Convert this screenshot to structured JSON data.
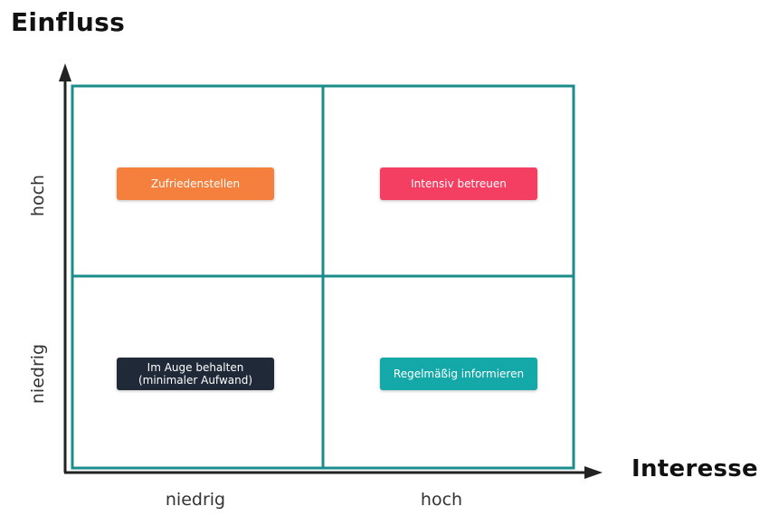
{
  "axes": {
    "y_title": "Einfluss",
    "x_title": "Interesse",
    "y_ticks": [
      "hoch",
      "niedrig"
    ],
    "x_ticks": [
      "niedrig",
      "hoch"
    ]
  },
  "quadrants": {
    "top_left": {
      "label": "Zufriedenstellen",
      "color": "#f5803e"
    },
    "top_right": {
      "label": "Intensiv betreuen",
      "color": "#f43f63"
    },
    "bottom_left": {
      "label": "Im Auge behalten\n(minimaler Aufwand)",
      "color": "#1f2937"
    },
    "bottom_right": {
      "label": "Regelmäßig informieren",
      "color": "#14a8a8"
    }
  },
  "colors": {
    "grid": "#1a8c8c",
    "axis": "#222222"
  }
}
